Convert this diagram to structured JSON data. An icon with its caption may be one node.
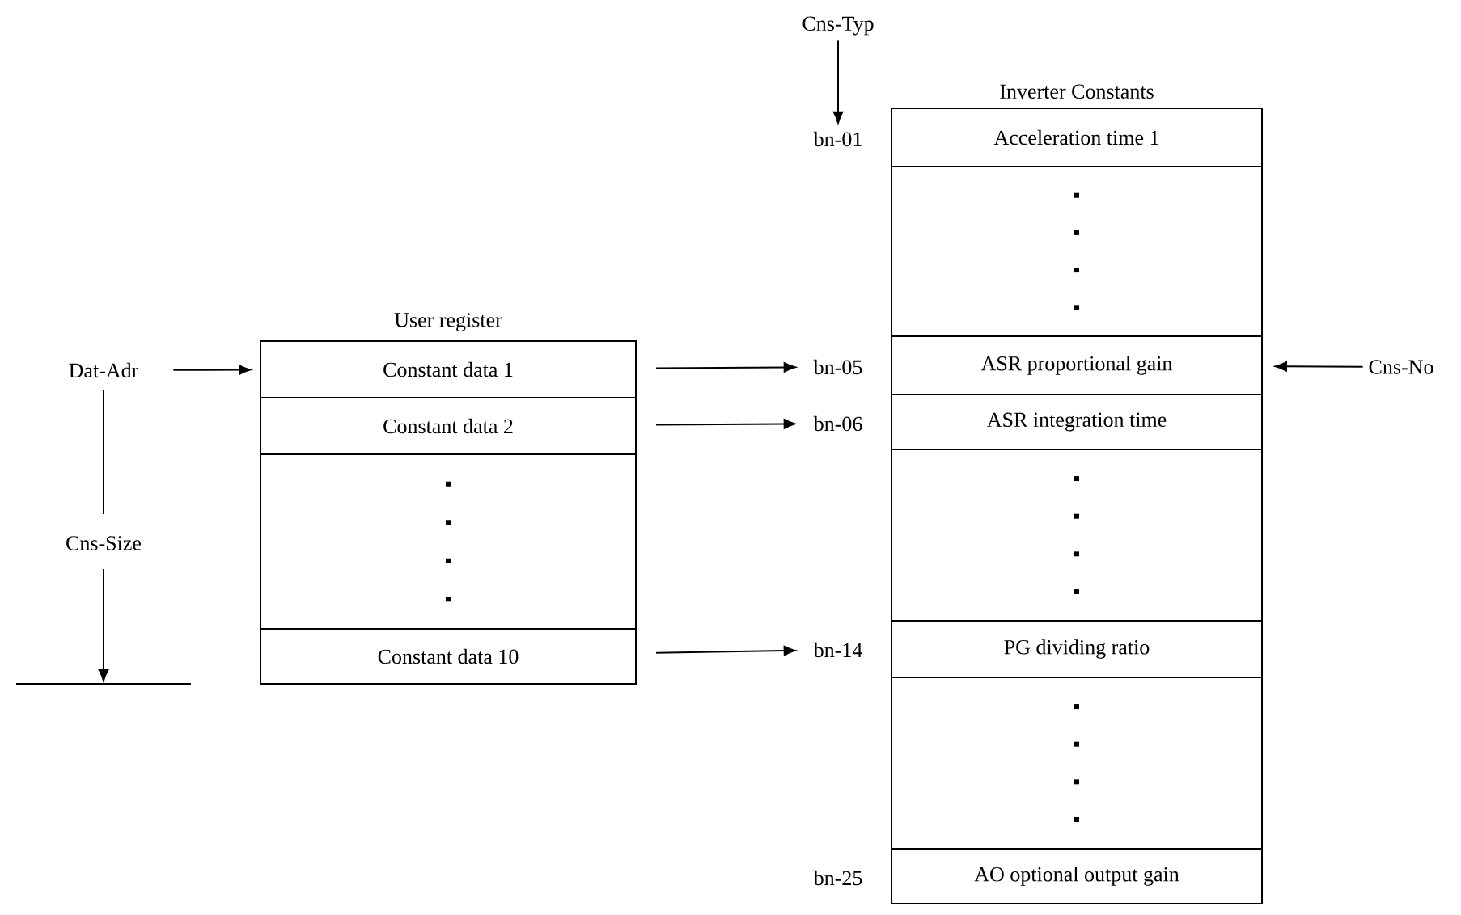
{
  "diagram": {
    "nodes": [
      {
        "text": [
          "Cns-Typ"
        ]
      },
      {
        "text": [
          "Inverter Constants"
        ]
      },
      {
        "text": [
          "bn-01"
        ]
      },
      {
        "text": [
          "Acceleration time 1"
        ],
        "in": 1
      },
      {
        "text": [],
        "shape": "box",
        "in": 1
      },
      {
        "text": [
          "User register"
        ]
      },
      {
        "text": [
          "Dat-Adr"
        ]
      },
      {
        "text": [
          "Constant data 1"
        ],
        "in": 5
      },
      {
        "text": [
          "Constant data 2"
        ],
        "in": 5
      },
      {
        "text": [],
        "shape": "box",
        "in": 5
      },
      {
        "text": [
          "Constant data 10"
        ],
        "in": 5
      },
      {
        "text": [
          "bn-05"
        ]
      },
      {
        "text": [
          "ASR proportional gain"
        ],
        "in": 1
      },
      {
        "text": [
          "Cns-No"
        ]
      },
      {
        "text": [
          "bn-06"
        ]
      },
      {
        "text": [
          "ASR integration time"
        ],
        "in": 1
      },
      {
        "text": [],
        "shape": "box",
        "in": 1
      },
      {
        "text": [
          "bn-14"
        ]
      },
      {
        "text": [
          "PG dividing ratio"
        ],
        "in": 1
      },
      {
        "text": [],
        "shape": "box",
        "in": 1
      },
      {
        "text": [
          "bn-25"
        ]
      },
      {
        "text": [
          "AO optional output gain"
        ],
        "in": 1
      }
    ],
    "edges": [
      {
        "from": 0,
        "to": 2,
        "arrow": "to"
      },
      {
        "from": 6,
        "to": 7,
        "arrow": "to"
      },
      {
        "from": 7,
        "to": 11,
        "arrow": "to"
      },
      {
        "from": 8,
        "to": 14,
        "arrow": "to"
      },
      {
        "from": 10,
        "to": 17,
        "arrow": "to"
      },
      {
        "from": 13,
        "to": 12,
        "arrow": "to"
      }
    ],
    "labels": [
      "Cns-Size"
    ]
  }
}
